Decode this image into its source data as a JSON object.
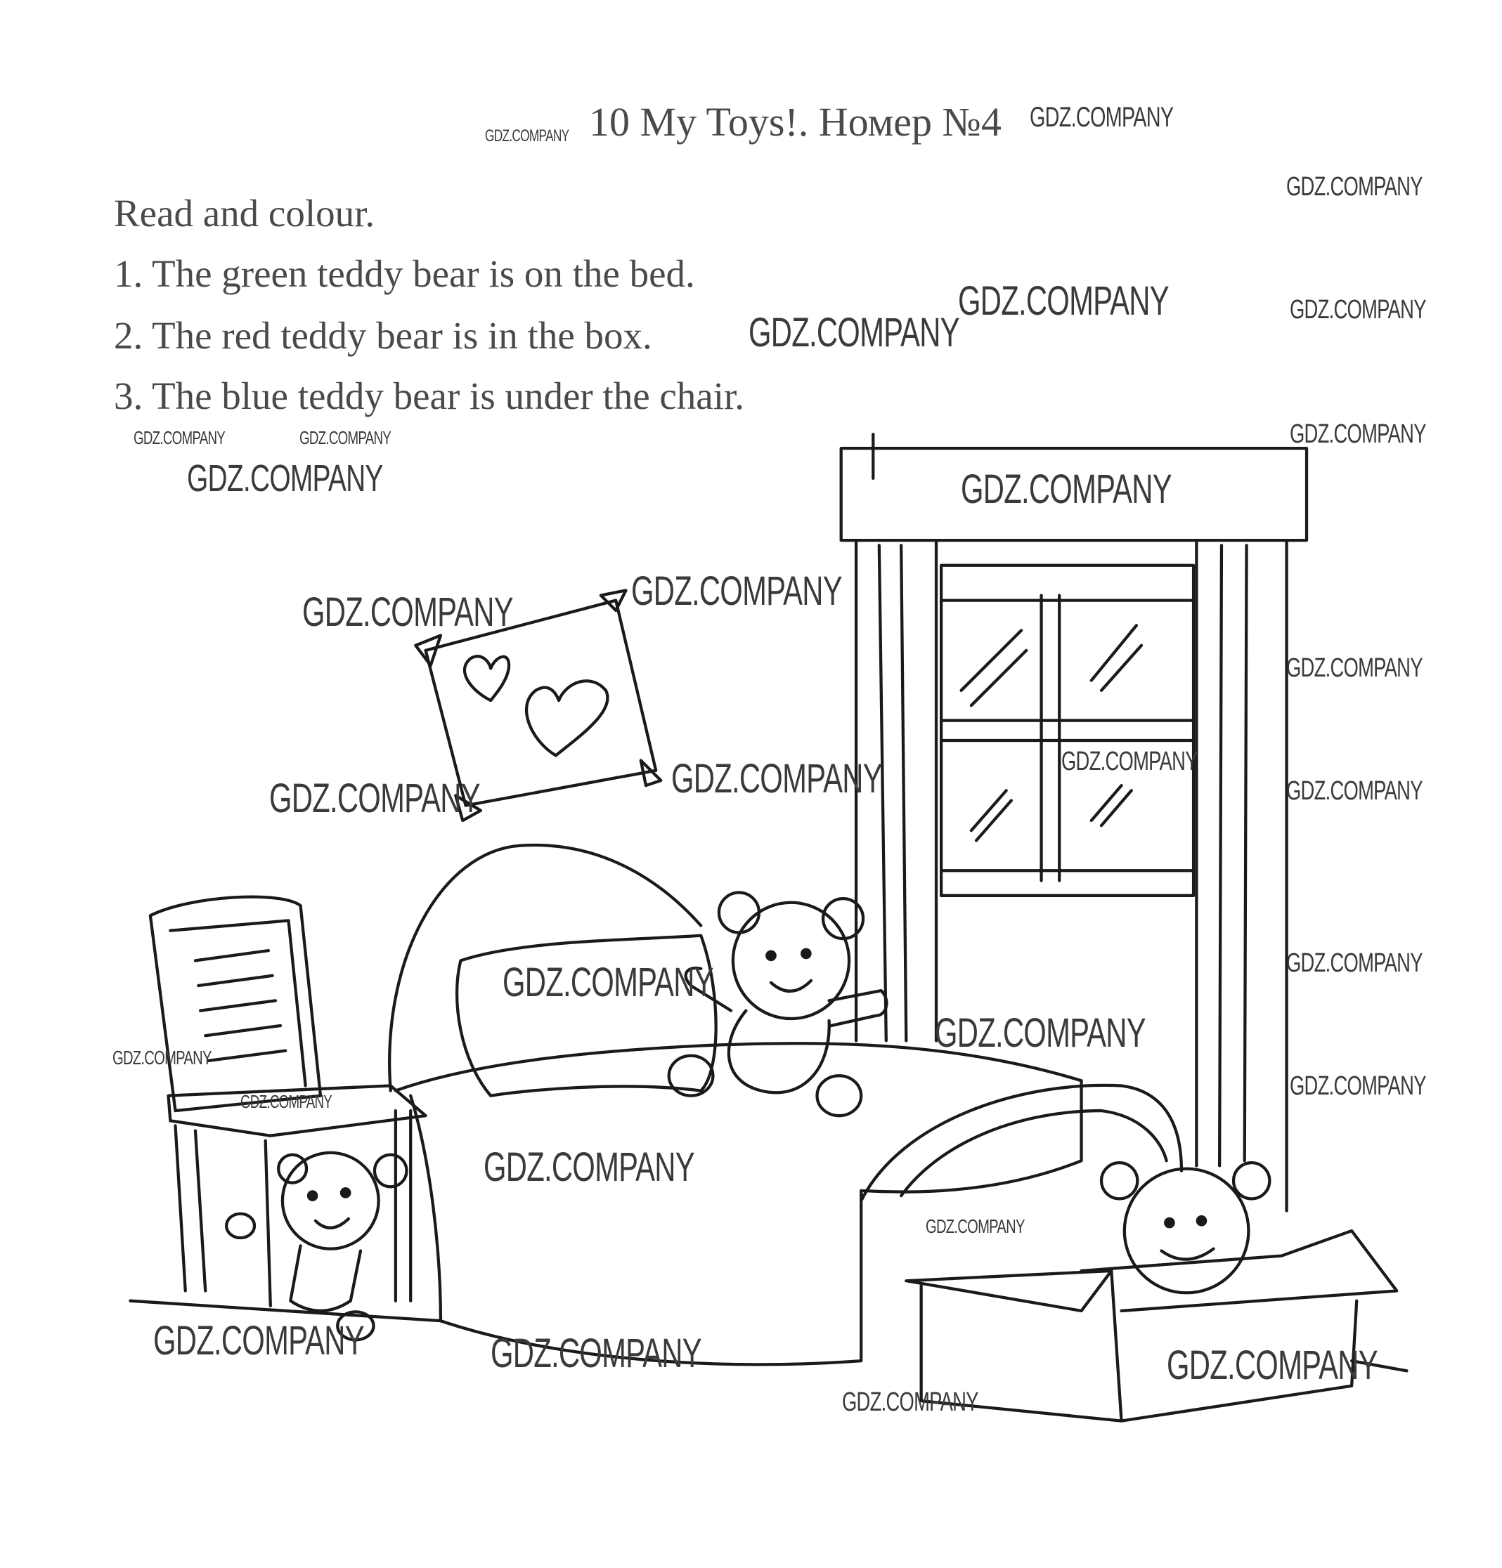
{
  "header": {
    "title": "10 My Toys!. Номер №4"
  },
  "exercise": {
    "instruction": "Read and colour.",
    "items": [
      "1. The green teddy bear is on the bed.",
      "2. The red teddy bear is in the box.",
      "3. The blue teddy bear is under the chair."
    ]
  },
  "watermark": {
    "text": "GDZ.COMPANY"
  },
  "illustration": {
    "ink_color": "#1a1a1a"
  }
}
